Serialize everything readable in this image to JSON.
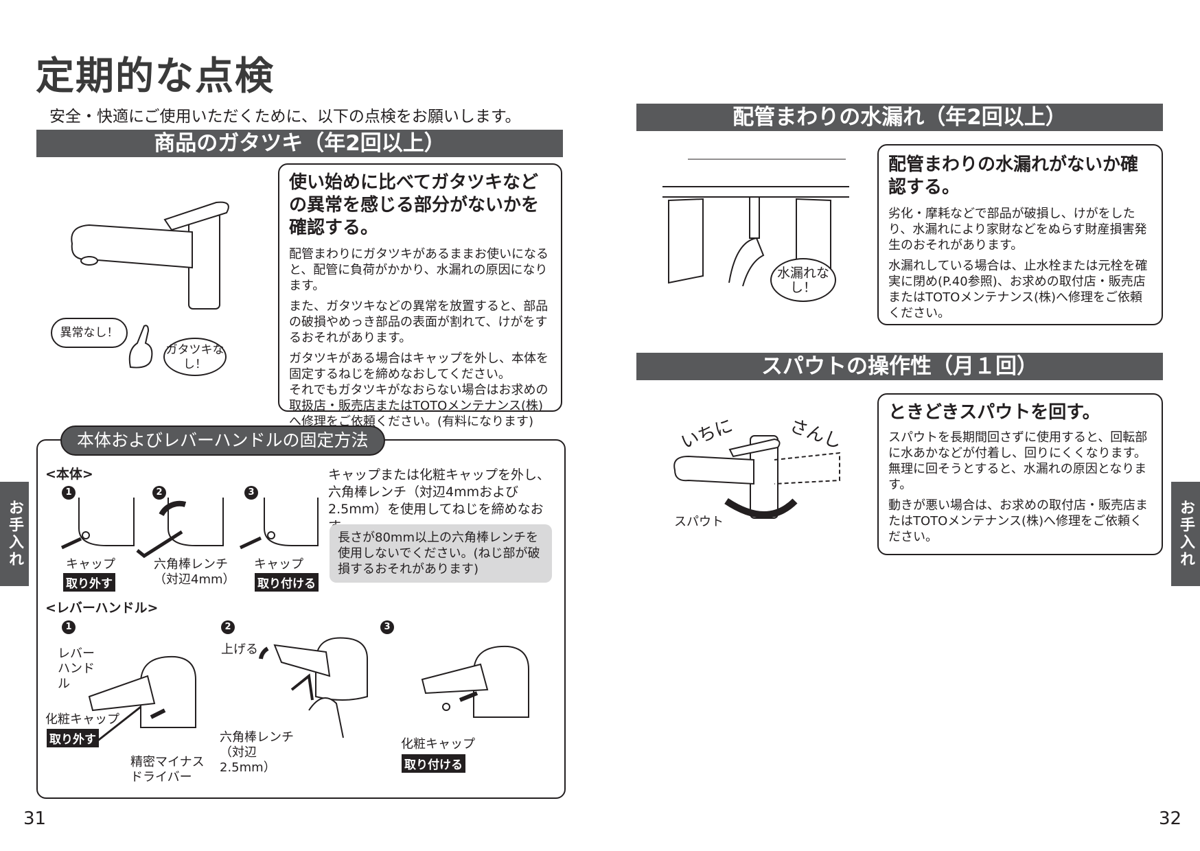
{
  "left_page": {
    "title": "定期的な点検",
    "intro": "安全・快適にご使用いただくために、以下の点検をお願いします。",
    "rattle": {
      "header": "商品のガタツキ（年2回以上）",
      "box_title": "使い始めに比べてガタツキなどの異常を感じる部分がないかを確認する。",
      "p1": "配管まわりにガタツキがあるままお使いになると、配管に負荷がかかり、水漏れの原因になります。",
      "p2": "また、ガタツキなどの異常を放置すると、部品の破損やめっき部品の表面が割れて、けがをするおそれがあります。",
      "p3": "ガタツキがある場合はキャップを外し、本体を固定するねじを締めなおしてください。",
      "p4": "それでもガタツキがなおらない場合はお求めの取扱店・販売店またはTOTOメンテナンス(株)へ修理をご依頼ください。(有料になります)",
      "bubble_ok": "異常なし！",
      "bubble_rattle": "ガタツキなし！"
    },
    "fix": {
      "header": "本体およびレバーハンドルの固定方法",
      "body_label": "<本体>",
      "cap": "キャップ",
      "remove": "取り外す",
      "wrench4": "六角棒レンチ（対辺4mm）",
      "cap2": "キャップ",
      "attach": "取り付ける",
      "instruction": "キャップまたは化粧キャップを外し、六角棒レンチ（対辺4mmおよび2.5mm）を使用してねじを締めなおす。",
      "note": "長さが80mm以上の六角棒レンチを使用しないでください。(ねじ部が破損するおそれがあります)",
      "lever_label": "<レバーハンドル>",
      "lever_handle": "レバーハンドル",
      "deco_cap": "化粧キャップ",
      "remove2": "取り外す",
      "driver": "精密マイナスドライバー",
      "raise": "上げる",
      "wrench25": "六角棒レンチ（対辺2.5mm）",
      "deco_cap2": "化粧キャップ",
      "attach2": "取り付ける",
      "steps": [
        "1",
        "2",
        "3"
      ]
    },
    "side_tab": "お手入れ",
    "page_number": "31"
  },
  "right_page": {
    "leak": {
      "header": "配管まわりの水漏れ（年2回以上）",
      "box_title": "配管まわりの水漏れがないか確認する。",
      "p1": "劣化・摩耗などで部品が破損し、けがをしたり、水漏れにより家財などをぬらす財産損害発生のおそれがあります。",
      "p2": "水漏れしている場合は、止水栓または元栓を確実に閉め(P.40参照)、お求めの取付店・販売店またはTOTOメンテナンス(株)へ修理をご依頼ください。",
      "bubble": "水漏れなし！"
    },
    "spout": {
      "header": "スパウトの操作性（月１回）",
      "box_title": "ときどきスパウトを回す。",
      "p1": "スパウトを長期間回さずに使用すると、回転部に水あかなどが付着し、回りにくくなります。無理に回そうとすると、水漏れの原因となります。",
      "p2": "動きが悪い場合は、お求めの取付店・販売店またはTOTOメンテナンス(株)へ修理をご依頼ください。",
      "ichi": "いちに",
      "san": "さんし",
      "spout_label": "スパウト"
    },
    "side_tab": "お手入れ",
    "page_number": "32"
  }
}
